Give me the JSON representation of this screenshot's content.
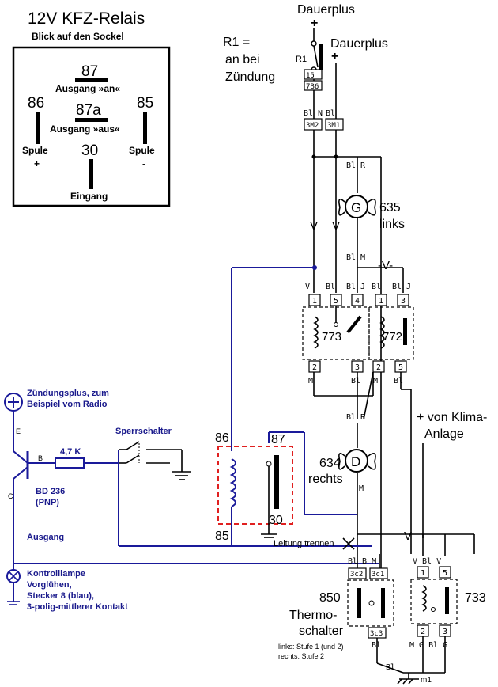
{
  "relay_legend": {
    "title": "12V KFZ-Relais",
    "subtitle": "Blick auf den Sockel",
    "pin_87": "87",
    "pin_87_label": "Ausgang »an«",
    "pin_86": "86",
    "pin_85": "85",
    "pin_87a": "87a",
    "pin_87a_label": "Ausgang »aus«",
    "spule_left": "Spule",
    "spule_left_sign": "+",
    "spule_right": "Spule",
    "spule_right_sign": "-",
    "pin_30": "30",
    "pin_30_label": "Eingang"
  },
  "top": {
    "dauerplus_1": "Dauerplus",
    "dauerplus_2": "Dauerplus",
    "plus_1": "+",
    "plus_2": "+",
    "r1_note_1": "R1 =",
    "r1_note_2": "an bei",
    "r1_note_3": "Zündung",
    "r1_label": "R1",
    "box_5_top": "15",
    "box_7b6": "7B6",
    "label_bin": "Bl N",
    "label_bi": "Bl",
    "box_3m2": "3M2",
    "box_3m1": "3M1"
  },
  "motor_635": {
    "label_num": "635",
    "label_side": "links",
    "letter": "G",
    "wire_top": "Bl R",
    "wire_bottom": "Bl M"
  },
  "relays_mid": {
    "v_left": "V",
    "v_right": "V",
    "v_between": "-V-",
    "pins_top_773": [
      "1",
      "5",
      "4"
    ],
    "pins_top_772": [
      "1",
      "3"
    ],
    "labels_top": [
      "V",
      "Bl",
      "Bl J",
      "Bl",
      "Bl J"
    ],
    "relay_773": "773",
    "relay_772": "772",
    "pins_bottom_773": [
      "2",
      "3"
    ],
    "pins_bottom_772": [
      "2",
      "5"
    ],
    "labels_bottom": [
      "M",
      "Bl",
      "M",
      "Bl"
    ]
  },
  "motor_634": {
    "label_num": "634",
    "label_side": "rechts",
    "letter": "D",
    "wire_top": "Bl R",
    "wire_bottom": "M"
  },
  "klima": {
    "line1": "+ von Klima-",
    "line2": "Anlage"
  },
  "added_relay": {
    "pin_86": "86",
    "pin_87": "87",
    "pin_85": "85",
    "pin_30": "30"
  },
  "left_circuit": {
    "zuendungsplus_1": "Zündungsplus, zum",
    "zuendungsplus_2": "Beispiel vom Radio",
    "e_label": "E",
    "b_label": "B",
    "c_label": "C",
    "resistor": "4,7 K",
    "sperrschalter": "Sperrschalter",
    "transistor_1": "BD 236",
    "transistor_2": "(PNP)",
    "ausgang": "Ausgang",
    "lamp_1": "Kontrolllampe",
    "lamp_2": "Vorglühen,",
    "lamp_3": "Stecker 8 (blau),",
    "lamp_4": "3-polig-mittlerer Kontakt"
  },
  "bottom": {
    "leitung_trennen": "Leitung trennen",
    "v_bottom": "V",
    "labels_bb": "Bl B M",
    "box_3c2": "3c2",
    "box_3c1": "3c1",
    "thermo_num": "850",
    "thermo_1": "Thermo-",
    "thermo_2": "schalter",
    "box_3c3": "3c3",
    "bi_under": "Bl",
    "note_1": "links: Stufe 1 (und 2)",
    "note_2": "rechts: Stufe 2",
    "relay_733": "733",
    "labels_733_top": "V Bl V",
    "pins_733_top": [
      "1",
      "5"
    ],
    "pins_733_bottom": [
      "2",
      "3"
    ],
    "labels_733_bottom": "M G Bl G",
    "ground": "m1",
    "ground_bi": "Bl"
  }
}
